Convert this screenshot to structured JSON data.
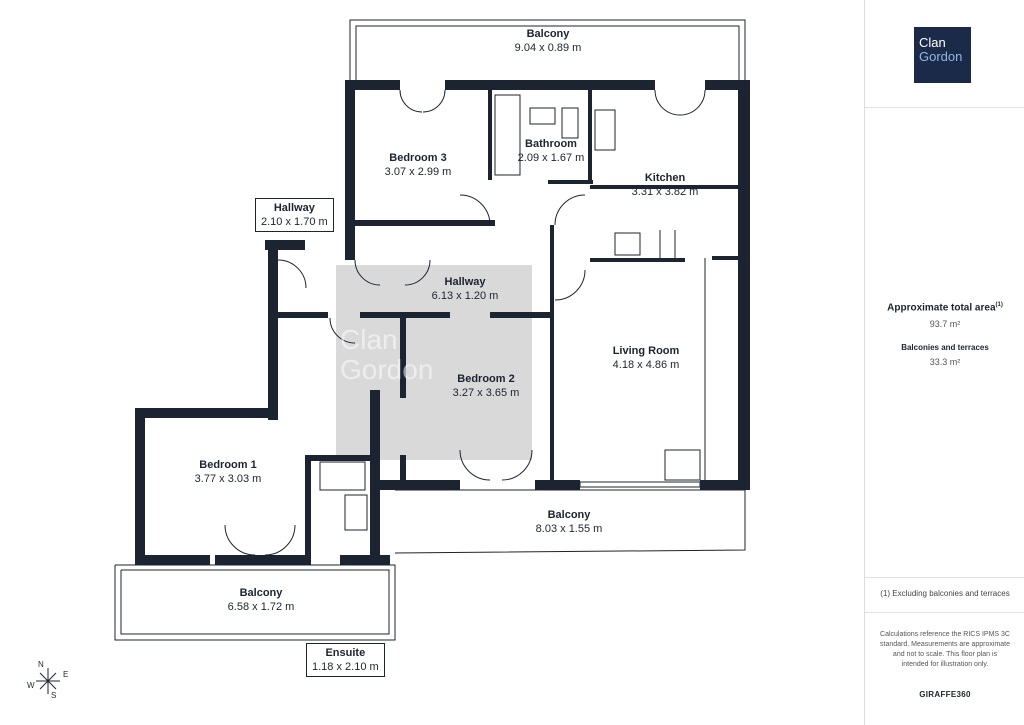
{
  "rooms": {
    "balcony_top": {
      "name": "Balcony",
      "dims": "9.04 x 0.89 m"
    },
    "bedroom3": {
      "name": "Bedroom 3",
      "dims": "3.07 x 2.99 m"
    },
    "bathroom": {
      "name": "Bathroom",
      "dims": "2.09 x 1.67 m"
    },
    "kitchen": {
      "name": "Kitchen",
      "dims": "3.31 x 3.82 m"
    },
    "hallway_small": {
      "name": "Hallway",
      "dims": "2.10 x 1.70 m"
    },
    "hallway_main": {
      "name": "Hallway",
      "dims": "6.13 x 1.20 m"
    },
    "living_room": {
      "name": "Living Room",
      "dims": "4.18 x 4.86 m"
    },
    "bedroom2": {
      "name": "Bedroom 2",
      "dims": "3.27 x 3.65 m"
    },
    "bedroom1": {
      "name": "Bedroom 1",
      "dims": "3.77 x 3.03 m"
    },
    "balcony_bottom": {
      "name": "Balcony",
      "dims": "8.03 x 1.55 m"
    },
    "balcony_left": {
      "name": "Balcony",
      "dims": "6.58 x 1.72 m"
    },
    "ensuite": {
      "name": "Ensuite",
      "dims": "1.18 x 2.10 m"
    }
  },
  "watermark": {
    "line1": "Clan",
    "line2": "Gordon"
  },
  "compass": {
    "n": "N",
    "e": "E",
    "s": "S",
    "w": "W"
  },
  "sidebar": {
    "logo": {
      "line1": "Clan",
      "line2": "Gordon"
    },
    "total_area_label": "Approximate total area",
    "total_area_note": "(1)",
    "total_area_value": "93.7 m²",
    "balconies_label": "Balconies and terraces",
    "balconies_value": "33.3 m²",
    "footnote": "(1) Excluding balconies and terraces",
    "disclaimer": "Calculations reference the RICS IPMS 3C standard. Measurements are approximate and not to scale. This floor plan is intended for illustration only.",
    "brand": "GIRAFFE360"
  },
  "colors": {
    "wall": "#1c2331",
    "logo_bg": "#1c2a4a",
    "watermark": "#d9d9d9"
  }
}
